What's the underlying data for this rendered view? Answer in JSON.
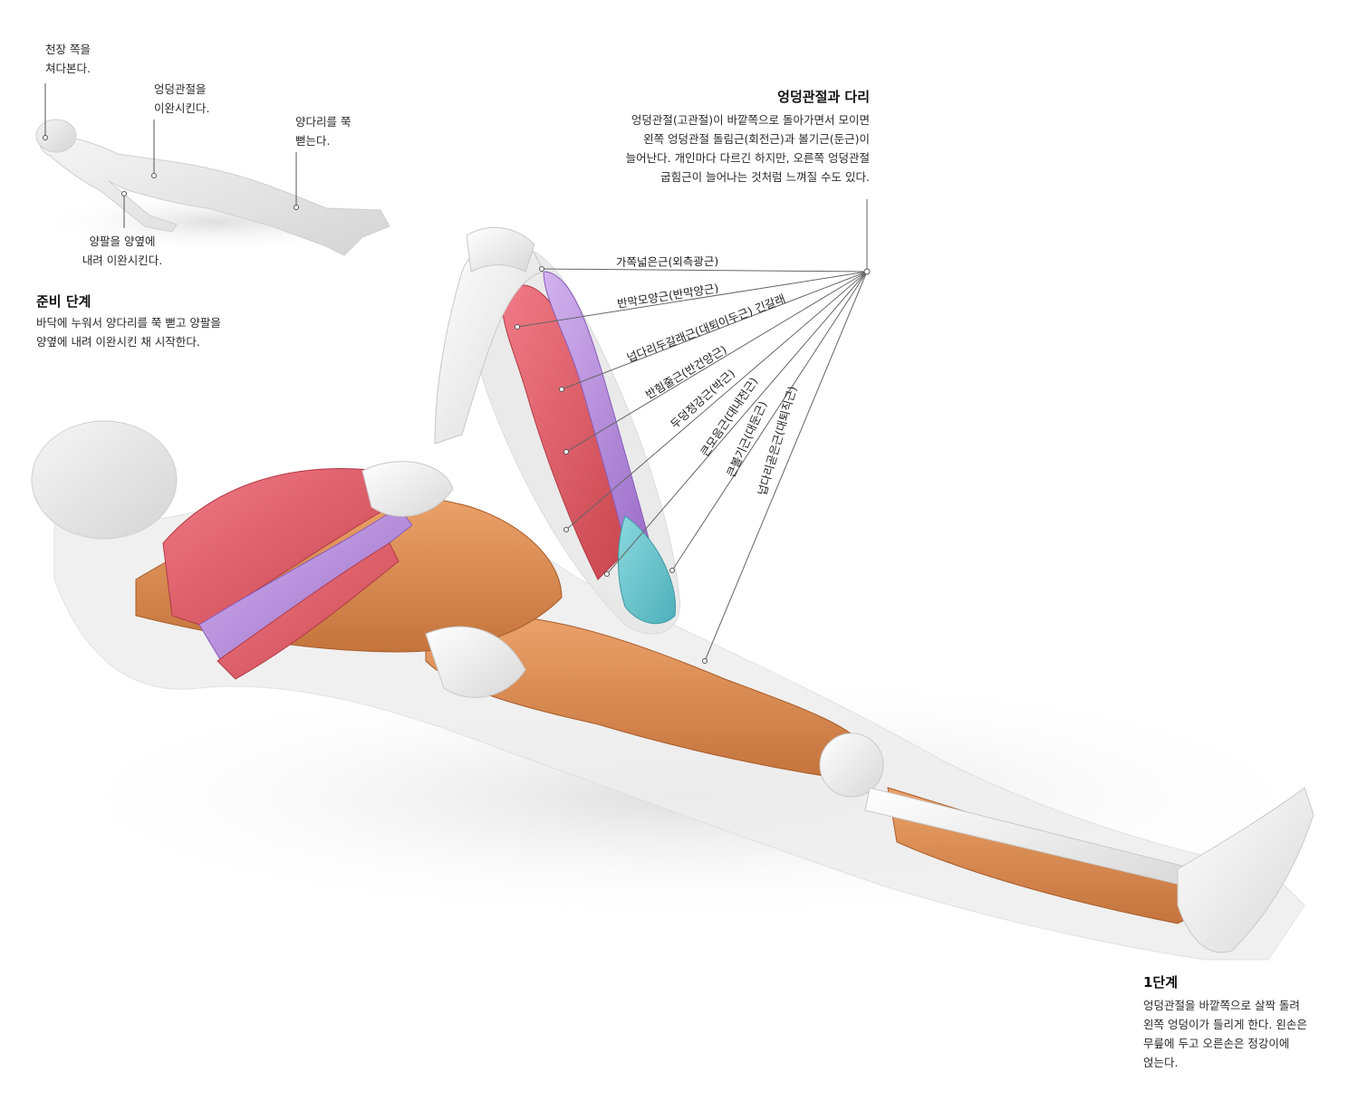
{
  "prep_labels": {
    "look_up": "천장 쪽을\n쳐다본다.",
    "relax_hip": "엉덩관절을\n이완시킨다.",
    "stretch_legs": "양다리를 쭉\n뻗는다.",
    "relax_arms": "양팔을 양옆에\n내려 이완시킨다."
  },
  "prep_stage": {
    "title": "준비 단계",
    "desc": "바닥에 누워서 양다리를 쭉 뻗고 양팔을\n양옆에 내려 이완시킨 채 시작한다."
  },
  "hip_section": {
    "title": "엉덩관절과 다리",
    "desc": "엉덩관절(고관절)이 바깥쪽으로 돌아가면서 모이면\n왼쪽 엉덩관절 돌림근(회전근)과 볼기근(둔근)이\n늘어난다. 개인마다 다르긴 하지만, 오른쪽 엉덩관절\n굽힘근이 늘어나는 것처럼 느껴질 수도 있다."
  },
  "muscle_labels": [
    "가쪽넓은근(외측광근)",
    "반막모양근(반막양근)",
    "넙다리두갈래근(대퇴이두근) 긴갈래",
    "반힘줄근(반건양근)",
    "두덩정강근(박근)",
    "큰모음근(대내전근)",
    "큰볼기근(대둔근)",
    "넙다리곧은근(대퇴직근)"
  ],
  "stage1": {
    "title": "1단계",
    "desc": "엉덩관절을 바깥쪽으로 살짝 돌려\n왼쪽 엉덩이가 들리게 한다. 왼손은\n무릎에 두고 오른손은 정강이에\n얹는다."
  },
  "colors": {
    "red_muscle": "#e0606e",
    "purple_muscle": "#b48ad8",
    "orange_muscle": "#d98a4e",
    "cyan_muscle": "#6cc4cc",
    "bone": "#eeeeee",
    "skin_shell": "#e6e6e6"
  }
}
